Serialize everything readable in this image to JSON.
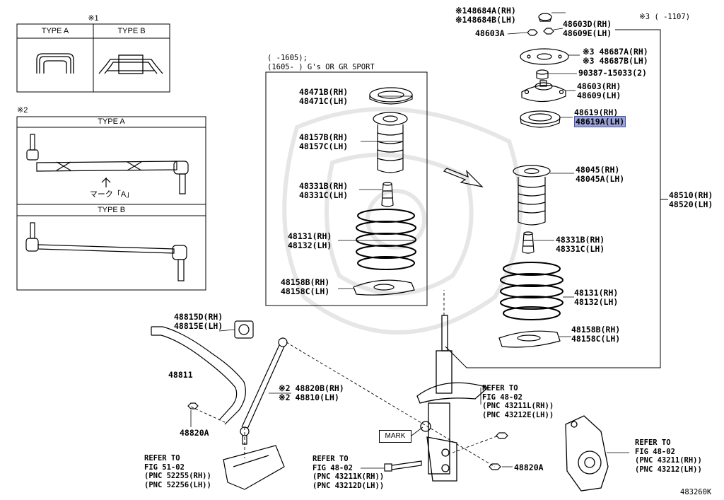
{
  "markers": {
    "note1": "※1",
    "note2": "※2",
    "note3_range": "※3 (    -1107)"
  },
  "table1": {
    "type_a": "TYPE A",
    "type_b": "TYPE B"
  },
  "table2": {
    "type_a": "TYPE A",
    "type_b": "TYPE B",
    "mark_label": "マーク「A」"
  },
  "inset_box": {
    "header_line1": "(    -1605);",
    "header_line2": "(1605-    ) G's OR GR SPORT"
  },
  "inset_labels": {
    "p48471": [
      "48471B(RH)",
      "48471C(LH)"
    ],
    "p48157": [
      "48157B(RH)",
      "48157C(LH)"
    ],
    "p48331": [
      "48331B(RH)",
      "48331C(LH)"
    ],
    "p48131": [
      "48131(RH)",
      "48132(LH)"
    ],
    "p48158": [
      "48158B(RH)",
      "48158C(LH)"
    ]
  },
  "main_labels": {
    "p48684": [
      "※148684A(RH)",
      "※148684B(LH)"
    ],
    "p48603A": "48603A",
    "p48603D": [
      "48603D(RH)",
      "48609E(LH)"
    ],
    "p48687": [
      "※3 48687A(RH)",
      "※3 48687B(LH)"
    ],
    "p90387": "90387-15033(2)",
    "p48603": [
      "48603(RH)",
      "48609(LH)"
    ],
    "p48619": [
      "48619(RH)",
      "48619A(LH)"
    ],
    "p48045": [
      "48045(RH)",
      "48045A(LH)"
    ],
    "p48510": [
      "48510(RH)",
      "48520(LH)"
    ],
    "p48331": [
      "48331B(RH)",
      "48331C(LH)"
    ],
    "p48131": [
      "48131(RH)",
      "48132(LH)"
    ],
    "p48158": [
      "48158B(RH)",
      "48158C(LH)"
    ],
    "p48815": [
      "48815D(RH)",
      "48815E(LH)"
    ],
    "p48811": "48811",
    "p48820B": [
      "※2 48820B(RH)",
      "※2 48810(LH)"
    ],
    "p48820A_left": "48820A",
    "p48820A_right": "48820A",
    "mark_box": "MARK"
  },
  "refs": {
    "strut_ref": [
      "REFER TO",
      "FIG 48-02",
      "(PNC 43211L(RH))",
      "(PNC 43212E(LH))"
    ],
    "knuckle_ref": [
      "REFER TO",
      "FIG 48-02",
      "(PNC 43211(RH))",
      "(PNC 43212(LH))"
    ],
    "bottom_center_ref": [
      "REFER TO",
      "FIG 48-02",
      "(PNC 43211K(RH))",
      "(PNC 43212D(LH))"
    ],
    "bottom_left_ref": [
      "REFER TO",
      "FIG 51-02",
      "(PNC 52255(RH))",
      "(PNC 52256(LH))"
    ]
  },
  "figure_id": "483260K",
  "highlight_color": "#9aa3d8"
}
